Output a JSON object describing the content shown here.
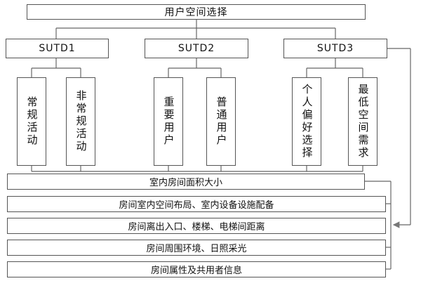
{
  "top": "用户空间选择",
  "sutds": [
    {
      "label": "SUTD1",
      "children": [
        "常规活动",
        "非常规活动"
      ]
    },
    {
      "label": "SUTD2",
      "children": [
        "重要用户",
        "普通用户"
      ]
    },
    {
      "label": "SUTD3",
      "children": [
        "个人偏好选择",
        "最低空间需求"
      ]
    }
  ],
  "factors": [
    "室内房间面积大小",
    "房间室内空间布局、室内设备设施配备",
    "房间离出入口、楼梯、电梯间距离",
    "房间周围环境、日照采光",
    "房间属性及共用者信息"
  ]
}
